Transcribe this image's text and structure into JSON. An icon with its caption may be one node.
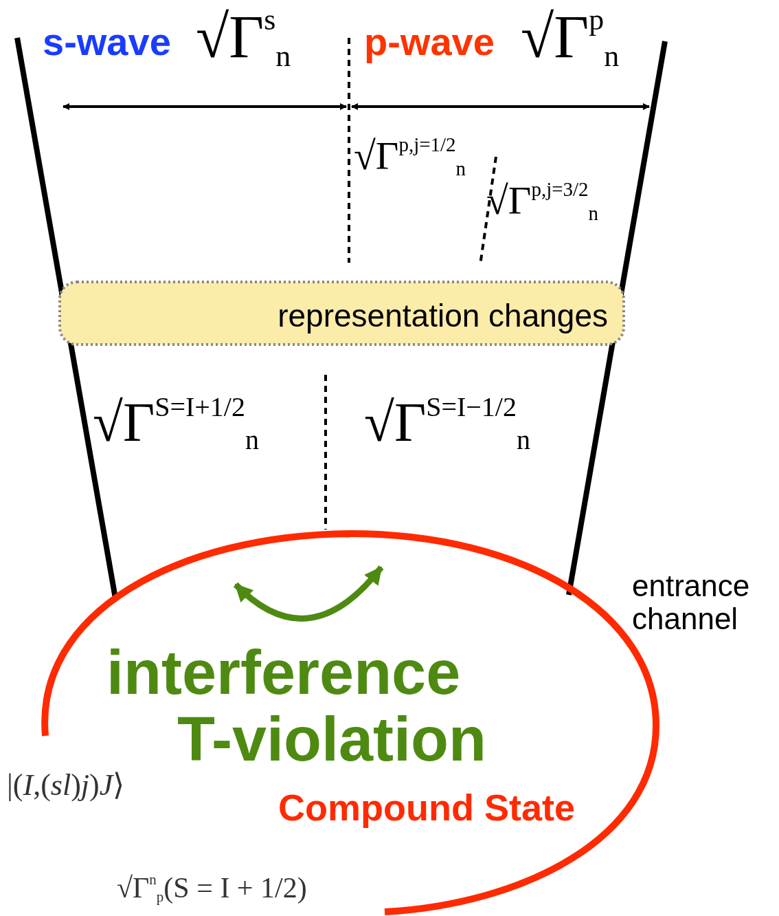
{
  "diagram": {
    "nodes": [
      {
        "text": [
          "representation changes"
        ]
      },
      {
        "text": [
          "interference T-violation",
          "Compound State"
        ]
      }
    ],
    "labels": [
      "s-wave",
      "√Γ$^{s}$$_{n}$",
      "p-wave",
      "√Γ$^{p}$$_{n}$",
      "√Γ$^{p,j=1/2}$$_{n}$",
      "√Γ$^{p,j=3/2}$$_{n}$",
      "√Γ$^{S=I+1/2}$$_{n}$",
      "√Γ$^{S=I−1/2}$$_{n}$",
      "entrance channel",
      "|(*I*,(*sl*)*j*)*J*⟩",
      "√Γ$^{n}$$_{p}$(S = I + 1/2)"
    ]
  }
}
